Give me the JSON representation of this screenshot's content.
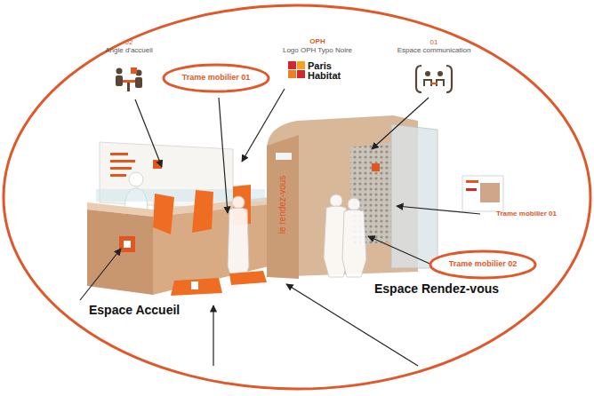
{
  "diagram": {
    "nodes": [
      {
        "text": [
          "Trame mobilier 01"
        ]
      },
      {
        "text": [
          "Trame mobilier 02"
        ]
      }
    ],
    "labels": [
      "02",
      "Angle d'accueil",
      "OPH",
      "Logo OPH Typo Noire",
      "Paris",
      "Habitat",
      "01",
      "Espace communication",
      "le rendez-vous",
      "Trame mobilier 01",
      "Espace Rendez-vous",
      "Espace Accueil"
    ]
  }
}
